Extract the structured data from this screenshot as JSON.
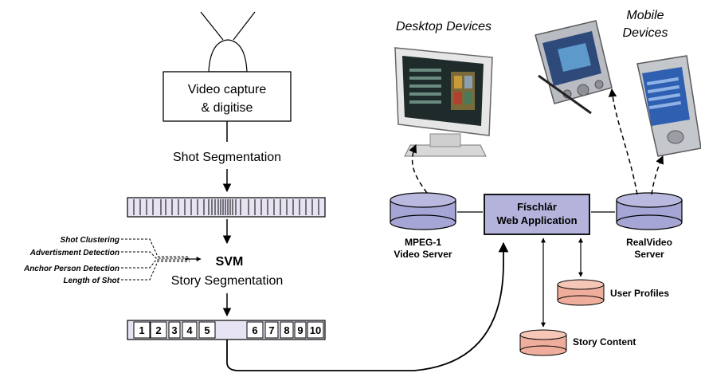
{
  "pipeline": {
    "capture_line1": "Video capture",
    "capture_line2": "& digitise",
    "shot_segmentation": "Shot Segmentation",
    "svm": "SVM",
    "story_segmentation": "Story Segmentation",
    "features": [
      "Shot Clustering",
      "Advertisment Detection",
      "Anchor Person Detection",
      "Length of Shot"
    ],
    "stories": [
      "1",
      "2",
      "3",
      "4",
      "5",
      "6",
      "7",
      "8",
      "9",
      "10"
    ]
  },
  "system": {
    "desktop_title": "Desktop Devices",
    "mobile_title_line1": "Mobile",
    "mobile_title_line2": "Devices",
    "web_app_line1": "Físchlár",
    "web_app_line2": "Web Application",
    "mpeg_line1": "MPEG-1",
    "mpeg_line2": "Video Server",
    "real_line1": "RealVideo",
    "real_line2": "Server",
    "user_profiles": "User Profiles",
    "story_content": "Story Content"
  },
  "colors": {
    "box_fill": "#d4cfe6",
    "server_fill": "#a6a6d6",
    "db_fill": "#efae9b",
    "web_app_fill": "#b3b3dc"
  }
}
